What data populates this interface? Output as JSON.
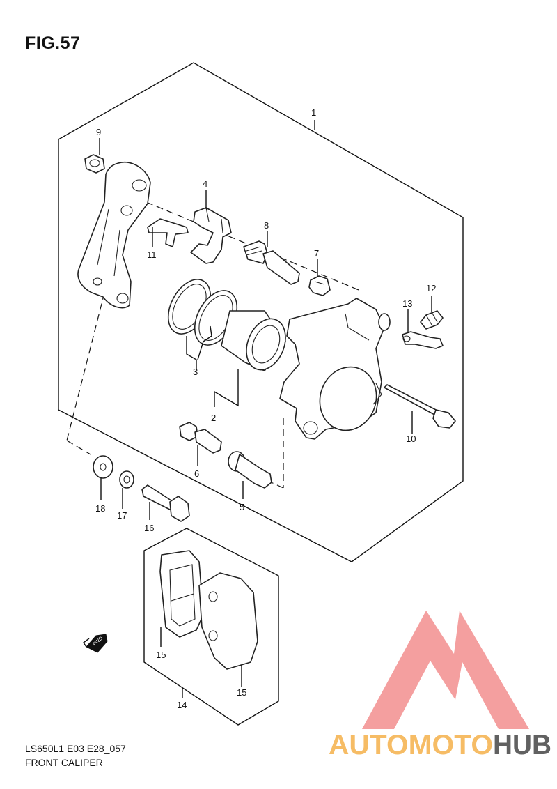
{
  "figure": {
    "title": "FIG.57",
    "model_code": "LS650L1 E03 E28_057",
    "caption": "FRONT CALIPER"
  },
  "callouts": [
    {
      "id": "1",
      "label": "1"
    },
    {
      "id": "2",
      "label": "2"
    },
    {
      "id": "3",
      "label": "3"
    },
    {
      "id": "4",
      "label": "4"
    },
    {
      "id": "5",
      "label": "5"
    },
    {
      "id": "6",
      "label": "6"
    },
    {
      "id": "7",
      "label": "7"
    },
    {
      "id": "8",
      "label": "8"
    },
    {
      "id": "9",
      "label": "9"
    },
    {
      "id": "10",
      "label": "10"
    },
    {
      "id": "11",
      "label": "11"
    },
    {
      "id": "12",
      "label": "12"
    },
    {
      "id": "13",
      "label": "13"
    },
    {
      "id": "14",
      "label": "14"
    },
    {
      "id": "15a",
      "label": "15"
    },
    {
      "id": "15b",
      "label": "15"
    },
    {
      "id": "16",
      "label": "16"
    },
    {
      "id": "17",
      "label": "17"
    },
    {
      "id": "18",
      "label": "18"
    }
  ],
  "direction_marker": {
    "label": "FWD",
    "icon": "forward-arrow-icon"
  },
  "watermark": {
    "logo": "triangle-m-logo",
    "word_part_1": "AUTOMOTO",
    "word_part_2": "HUB",
    "colors": {
      "primary": "#f26b6b",
      "secondary": "#f5b04a",
      "dark": "#3a3a3a"
    }
  }
}
